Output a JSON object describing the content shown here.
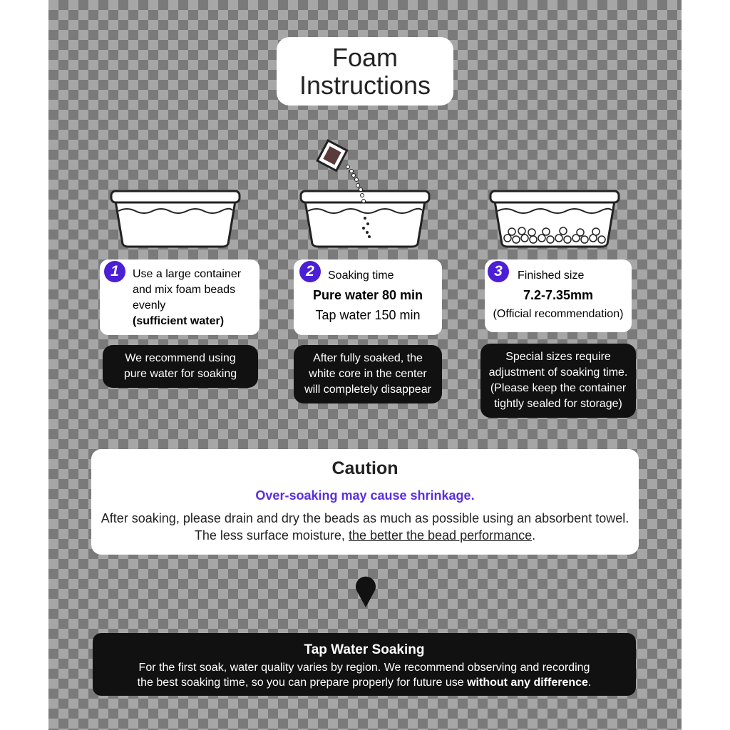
{
  "title": {
    "line1": "Foam",
    "line2": "Instructions"
  },
  "steps": [
    {
      "number": "1",
      "lines": [
        "Use a large container",
        "and mix foam beads",
        "evenly",
        "(sufficient water)"
      ],
      "note": [
        "We recommend using",
        "pure water for soaking"
      ]
    },
    {
      "number": "2",
      "heading": "Soaking time",
      "pure_water": "Pure water 80 min",
      "tap_water": "Tap water 150 min",
      "note": [
        "After fully soaked, the",
        "white core in the center",
        "will completely disappear"
      ]
    },
    {
      "number": "3",
      "heading": "Finished size",
      "size": "7.2-7.35mm",
      "recommend": "(Official recommendation)",
      "note": [
        "Special sizes require",
        "adjustment of soaking time.",
        "(Please keep the container",
        "tightly sealed for storage)"
      ]
    }
  ],
  "caution": {
    "title": "Caution",
    "warning": "Over-soaking may cause shrinkage.",
    "line1": "After soaking, please drain and dry the beads as much as possible using an absorbent towel.",
    "line2_start": "The less surface moisture, ",
    "line2_underlined": "the better the bead performance",
    "line2_end": "."
  },
  "tap": {
    "title": "Tap Water Soaking",
    "line1": "For the first soak, water quality varies by region. We recommend observing and recording",
    "line2_start": "the best soaking time, so you can prepare properly for future use ",
    "line2_bold": "without any difference",
    "line2_end": "."
  },
  "colors": {
    "accent": "#4a1fd6",
    "warning": "#5a2fe0",
    "dark": "#111111"
  },
  "icons": [
    "container-icon",
    "bead-packet-icon",
    "location-pin-icon"
  ]
}
